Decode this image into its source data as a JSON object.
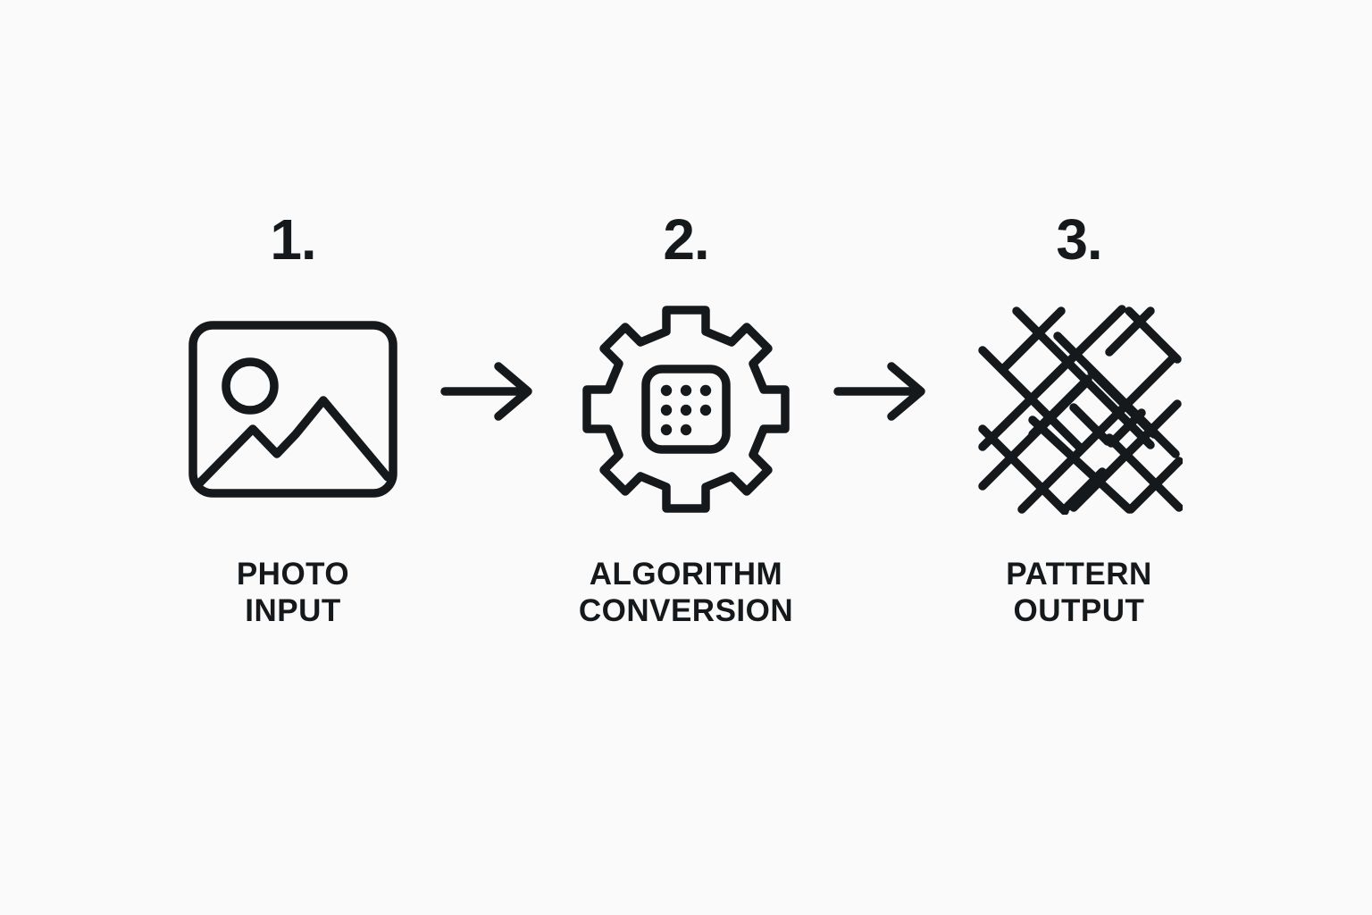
{
  "page": {
    "background_color": "#FAFAFA",
    "ink_color": "#16191C",
    "title": ""
  },
  "diagram": {
    "type": "process-flow",
    "orientation": "horizontal",
    "step_count": 3,
    "steps": [
      {
        "number": "1.",
        "icon": "photo-image-icon",
        "label": "PHOTO\nINPUT",
        "label_line1": "PHOTO",
        "label_line2": "INPUT"
      },
      {
        "number": "2.",
        "icon": "gear-chip-icon",
        "label": "ALGORITHM\nCONVERSION",
        "label_line1": "ALGORITHM",
        "label_line2": "CONVERSION"
      },
      {
        "number": "3.",
        "icon": "woven-crosshatch-pattern-icon",
        "label": "PATTERN\nOUTPUT",
        "label_line1": "PATTERN",
        "label_line2": "OUTPUT"
      }
    ],
    "connectors": [
      {
        "icon": "arrow-right-icon",
        "from": "1",
        "to": "2"
      },
      {
        "icon": "arrow-right-icon",
        "from": "2",
        "to": "3"
      }
    ]
  }
}
